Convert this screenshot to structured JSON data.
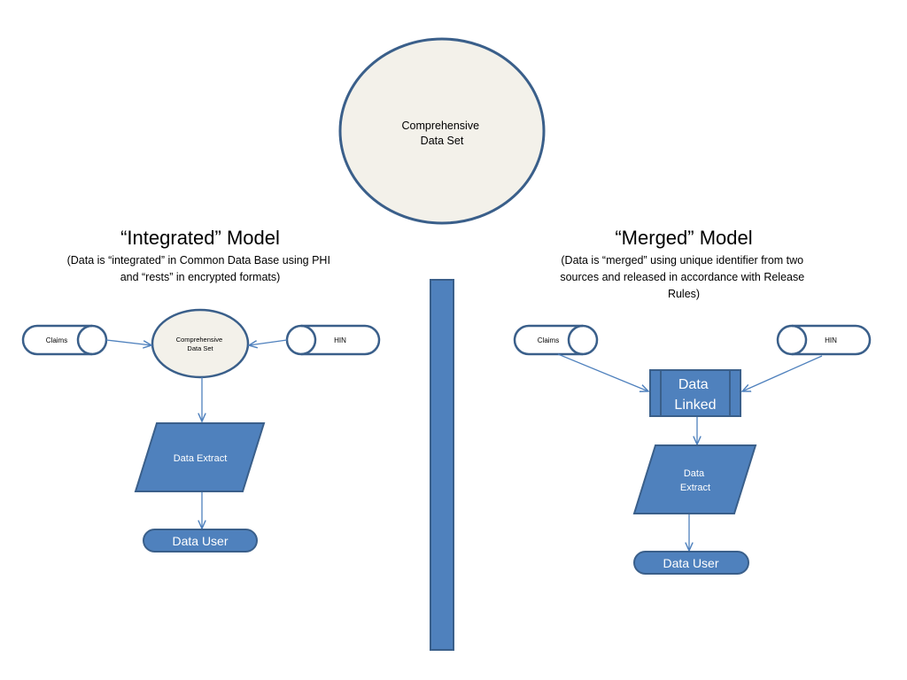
{
  "top": {
    "circle_label_lines": [
      "Comprehensive",
      "Data Set"
    ]
  },
  "integrated": {
    "title": "“Integrated” Model",
    "subtitle_lines": [
      "(Data is “integrated” in Common Data Base using PHI",
      "and “rests” in encrypted formats)"
    ],
    "claims_label": "Claims",
    "hin_label": "HIN",
    "center_label_lines": [
      "Comprehensive",
      "Data Set"
    ],
    "extract_label_lines": [
      "Data Extract"
    ],
    "user_label": "Data User"
  },
  "merged": {
    "title": "“Merged” Model",
    "subtitle_lines": [
      "(Data is “merged” using unique identifier from two",
      "sources and released in accordance with Release",
      "Rules)"
    ],
    "claims_label": "Claims",
    "hin_label": "HIN",
    "linked_label_lines": [
      "Data",
      "Linked"
    ],
    "extract_label_lines": [
      "Data",
      "Extract"
    ],
    "user_label": "Data User"
  },
  "colors": {
    "outline": "#3a5f8a",
    "fill_blue": "#4f81bd",
    "fill_cream": "#f3f1ea",
    "connector": "#4f81bd"
  }
}
